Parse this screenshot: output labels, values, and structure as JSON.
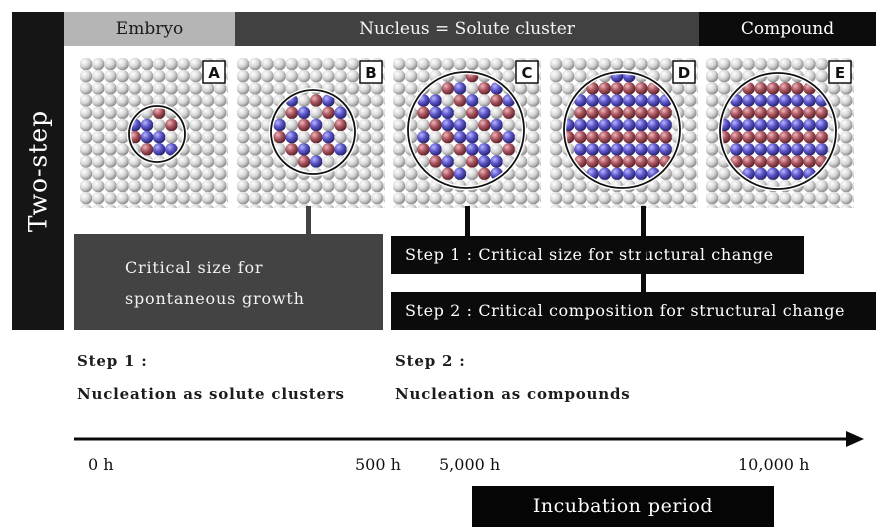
{
  "side_label": "Two-step",
  "header": {
    "embryo": "Embryo",
    "nucleus": "Nucleus  =  Solute cluster",
    "compound": "Compound"
  },
  "panels": [
    {
      "letter": "A"
    },
    {
      "letter": "B"
    },
    {
      "letter": "C"
    },
    {
      "letter": "D"
    },
    {
      "letter": "E"
    }
  ],
  "callout": {
    "line1": "Critical size for",
    "line2": "spontaneous growth"
  },
  "step_boxes": {
    "box1": "Step 1 : Critical size for structural change",
    "box2": "Step 2 : Critical composition for structural change"
  },
  "steps": {
    "step1_title": "Step 1 :",
    "step1_desc": "Nucleation as solute clusters",
    "step2_title": "Step 2 :",
    "step2_desc": "Nucleation as compounds"
  },
  "timeline": {
    "ticks": [
      "0 h",
      "500 h",
      "5,000 h",
      "10,000 h"
    ],
    "label": "Incubation period"
  },
  "colors": {
    "solute_blue": "#5a55c8",
    "solute_red": "#a8545e",
    "matrix_grey": "#d9d9d9"
  }
}
